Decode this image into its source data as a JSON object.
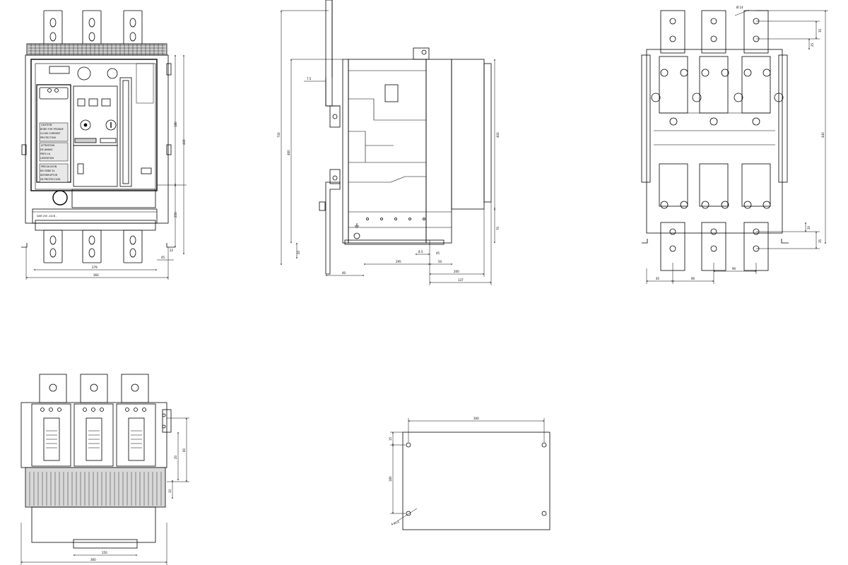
{
  "front_view": {
    "dims": {
      "overall_width": "360",
      "inner_width": "279",
      "right_offset": "45",
      "overall_height": "430",
      "upper_height": "180",
      "lower_height": "250",
      "side_small": "22"
    },
    "panel": {
      "caution_label": "CAUTION",
      "caution_lines": [
        "BORE FOR FRONDE",
        "CLOSE CURRENT",
        "PROTECTION"
      ],
      "attention_label": "ATTENTION",
      "attention_lines": [
        "DE JAMAIS",
        "PRES LA",
        "LIMITATION"
      ],
      "precaution_label": "PRECAUCION",
      "precaution_lines": [
        "NO DEBE EL",
        "INTERRUPTOR",
        "DE PROTECCION"
      ],
      "nameplate": "SAM 250 -2sCB -"
    }
  },
  "side_view": {
    "dims": {
      "overall_height": "730",
      "height_a": "460",
      "height_b": "400",
      "bottom_height": "70",
      "base": "20",
      "width_a": "40",
      "width_b": "295",
      "width_c": "137",
      "width_d": "200",
      "width_e": "50",
      "width_f": "45",
      "slot": "8.5",
      "top_dim": "7.5"
    }
  },
  "rear_view": {
    "dims": {
      "overall_height": "440",
      "top_pitch": "35",
      "top_a": "25",
      "bottom_pitch": "35",
      "bottom_a": "20",
      "pitch_1": "45",
      "pitch_2": "90",
      "pitch_3": "90",
      "bottom_gap": "20",
      "diameter": "Ø 14"
    }
  },
  "top_view": {
    "dims": {
      "overall_width": "360",
      "inner_width": "150",
      "height_a": "60",
      "height_b": "20",
      "height_c": "10"
    }
  },
  "mounting_plate": {
    "dims": {
      "width": "300",
      "height": "180",
      "offset_top": "15",
      "offset_left": "15",
      "hole": "4-Ø11"
    }
  }
}
